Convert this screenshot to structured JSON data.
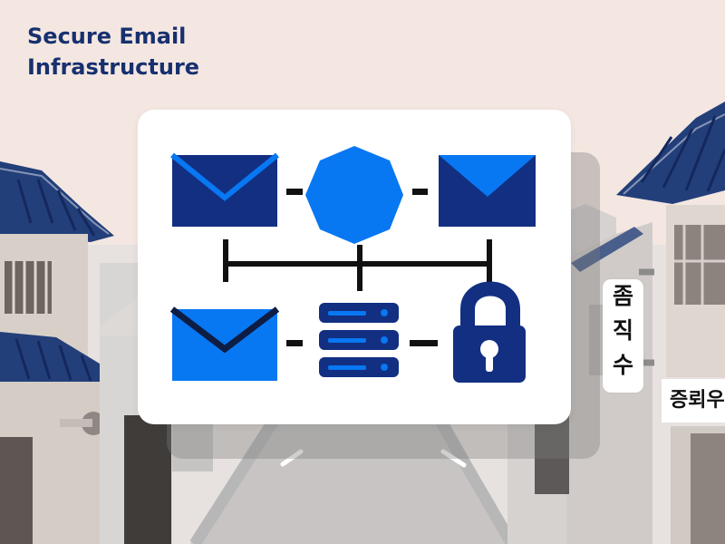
{
  "title": {
    "line1": "Secure Email",
    "line2": "Infrastructure"
  },
  "diagram": {
    "icons": [
      "email-envelope-icon",
      "octagon-icon",
      "email-envelope-icon",
      "email-envelope-icon",
      "server-stack-icon",
      "padlock-icon"
    ]
  },
  "signs": {
    "vertical": [
      "좀",
      "직",
      "수"
    ],
    "horizontal": "증뢰우"
  },
  "colors": {
    "navy": "#122f82",
    "blue": "#0877f2",
    "title": "#17306f",
    "connector": "#111111",
    "roof": "#233f7a"
  }
}
